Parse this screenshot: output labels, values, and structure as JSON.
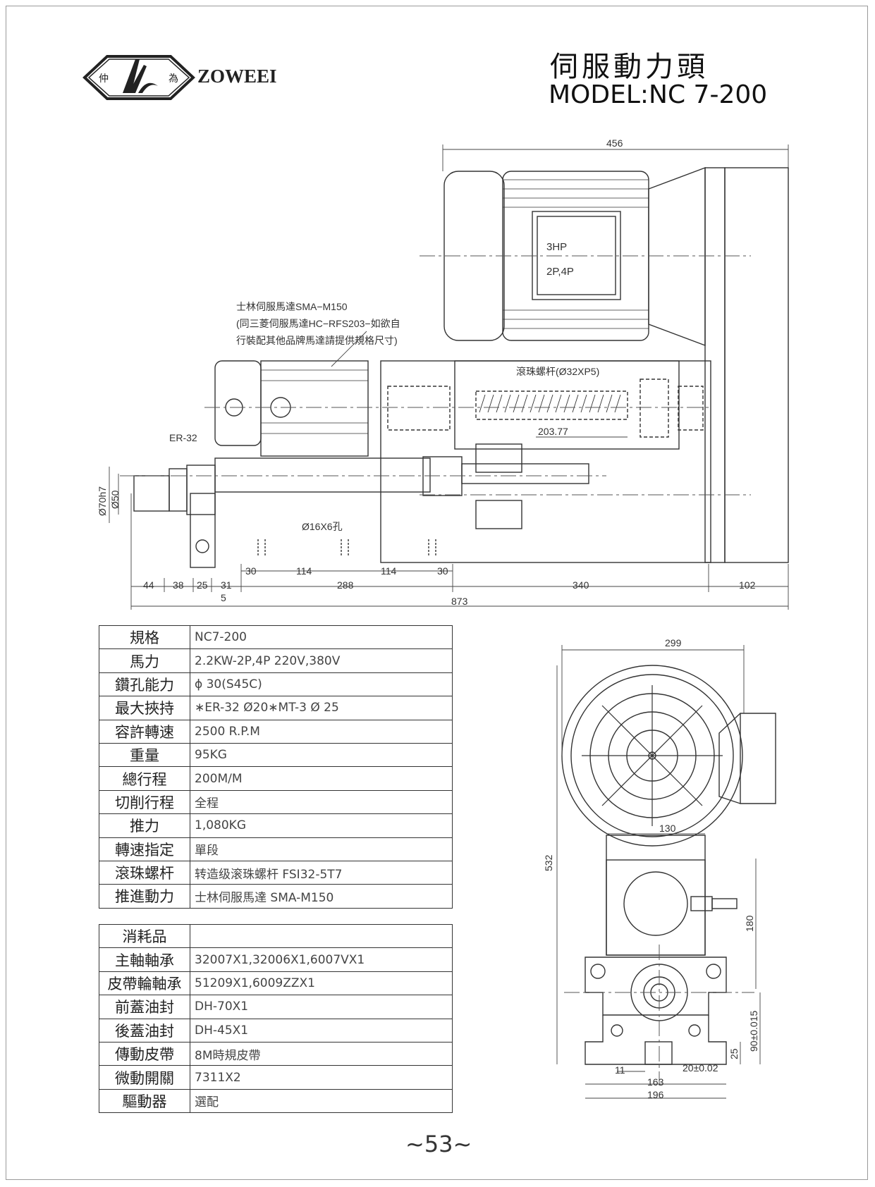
{
  "brand": {
    "name": "ZOWEEI",
    "seal_left": "仲",
    "seal_right": "為"
  },
  "title": {
    "chinese": "伺服動力頭",
    "model": "MODEL:NC 7-200"
  },
  "motor": {
    "power": "3HP",
    "poles": "2P,4P"
  },
  "servo_note": [
    "士林伺服馬達SMA−M150",
    "(同三菱伺服馬達HC−RFS203−如欲自",
    "行裝配其他品牌馬達請提供規格尺寸)"
  ],
  "labels": {
    "ballscrew": "滾珠螺杆(Ø32XP5)",
    "ballscrew_len": "203.77",
    "collet": "ER-32",
    "holes": "Ø16X6孔",
    "dia_outer": "Ø70h7",
    "dia_inner": "Ø50"
  },
  "dims_side": {
    "total_top": "456",
    "hole_spacing": [
      "30",
      "114",
      "114",
      "30"
    ],
    "segments": [
      "44",
      "38",
      "25",
      "31",
      "288",
      "340",
      "102"
    ],
    "small": "5",
    "total": "873"
  },
  "dims_front": {
    "width": "299",
    "height": "532",
    "box_width": "130",
    "box_height": "180",
    "slot_height": "90±0.015",
    "slot_small": "25",
    "key_width": "11",
    "key_tol": "20±0.02",
    "base_inner": "163",
    "base_outer": "196"
  },
  "spec_table": [
    {
      "key": "規格",
      "value": "NC7-200"
    },
    {
      "key": "馬力",
      "value": "2.2KW-2P,4P  220V,380V"
    },
    {
      "key": "鑽孔能力",
      "value": "ϕ 30(S45C)"
    },
    {
      "key": "最大挾持",
      "value": "∗ER-32 Ø20∗MT-3 Ø 25"
    },
    {
      "key": "容許轉速",
      "value": "2500 R.P.M"
    },
    {
      "key": "重量",
      "value": "95KG"
    },
    {
      "key": "總行程",
      "value": "200M/M"
    },
    {
      "key": "切削行程",
      "value": "全程"
    },
    {
      "key": "推力",
      "value": "1,080KG"
    },
    {
      "key": "轉速指定",
      "value": "單段"
    },
    {
      "key": "滾珠螺杆",
      "value": "转造级滚珠螺杆 FSI32-5T7"
    },
    {
      "key": "推進動力",
      "value": "士林伺服馬達 SMA-M150"
    }
  ],
  "consumables_table": [
    {
      "key": "消耗品",
      "value": ""
    },
    {
      "key": "主軸軸承",
      "value": "32007X1,32006X1,6007VX1"
    },
    {
      "key": "皮帶輪軸承",
      "value": "51209X1,6009ZZX1"
    },
    {
      "key": "前蓋油封",
      "value": "DH-70X1"
    },
    {
      "key": "後蓋油封",
      "value": "DH-45X1"
    },
    {
      "key": "傳動皮帶",
      "value": "8M時規皮帶"
    },
    {
      "key": "微動開關",
      "value": "7311X2"
    },
    {
      "key": "驅動器",
      "value": "選配"
    }
  ],
  "page_number": "~53~"
}
